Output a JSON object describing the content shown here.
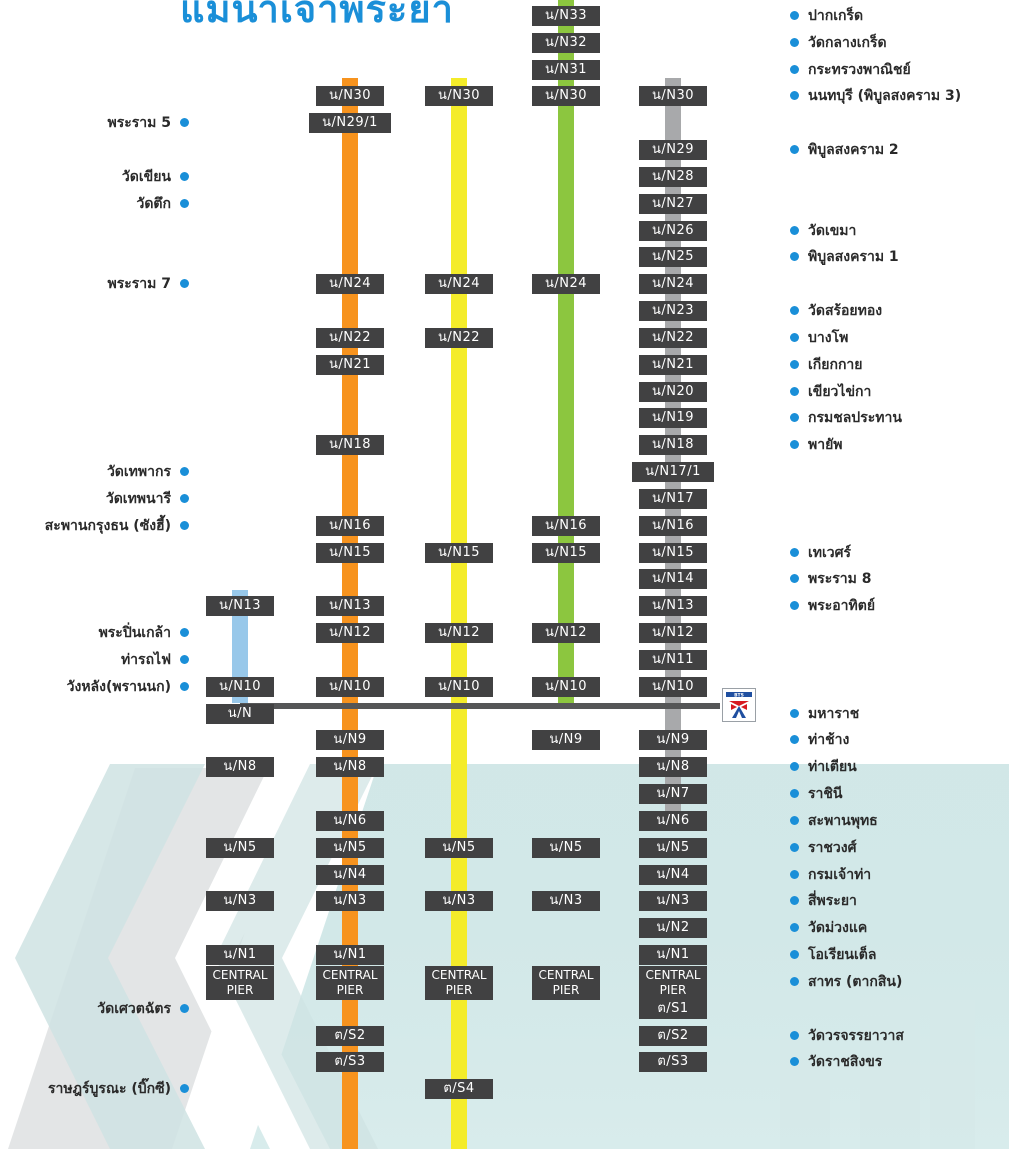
{
  "title": "แม่น้ำเจ้าพระยา",
  "colors": {
    "blue_line": "#98c8ea",
    "orange_line": "#f7931e",
    "yellow_line": "#f4ec2a",
    "green_line": "#8cc63f",
    "grey_line": "#a8a9ab",
    "station_box": "#414142",
    "pier_dot": "#1a8fd8"
  },
  "lines": {
    "blue": {
      "stations": [
        "น/N13",
        "น/N10",
        "น/N",
        "น/N8",
        "น/N5",
        "น/N3",
        "น/N1"
      ],
      "rows": [
        22,
        25,
        26,
        28,
        31,
        33,
        35
      ]
    },
    "orange": {
      "stations": [
        "น/N30",
        "น/N29/1",
        "น/N24",
        "น/N22",
        "น/N21",
        "น/N18",
        "น/N16",
        "น/N15",
        "น/N13",
        "น/N12",
        "น/N10",
        "น/N9",
        "น/N8",
        "น/N6",
        "น/N5",
        "น/N4",
        "น/N3",
        "น/N1",
        "ต/S2",
        "ต/S3"
      ],
      "rows": [
        3,
        4,
        10,
        12,
        13,
        16,
        19,
        20,
        22,
        23,
        25,
        27,
        28,
        30,
        31,
        32,
        33,
        35,
        38,
        39
      ]
    },
    "yellow": {
      "stations": [
        "น/N30",
        "น/N24",
        "น/N22",
        "น/N15",
        "น/N12",
        "น/N10",
        "น/N5",
        "น/N3",
        "ต/S4"
      ],
      "rows": [
        3,
        10,
        12,
        20,
        23,
        25,
        31,
        33,
        40
      ]
    },
    "green": {
      "stations": [
        "น/N33",
        "น/N32",
        "น/N31",
        "น/N30",
        "น/N24",
        "น/N16",
        "น/N15",
        "น/N12",
        "น/N10",
        "น/N9",
        "น/N5",
        "น/N3"
      ],
      "rows": [
        0,
        1,
        2,
        3,
        10,
        19,
        20,
        23,
        25,
        27,
        31,
        33
      ]
    },
    "grey": {
      "stations": [
        "น/N30",
        "น/N29",
        "น/N28",
        "น/N27",
        "น/N26",
        "น/N25",
        "น/N24",
        "น/N23",
        "น/N22",
        "น/N21",
        "น/N20",
        "น/N19",
        "น/N18",
        "น/N17/1",
        "น/N17",
        "น/N16",
        "น/N15",
        "น/N14",
        "น/N13",
        "น/N12",
        "น/N11",
        "น/N10",
        "น/N9",
        "น/N8",
        "น/N7",
        "น/N6",
        "น/N5",
        "น/N4",
        "น/N3",
        "น/N2",
        "น/N1",
        "ต/S1",
        "ต/S2",
        "ต/S3"
      ],
      "rows": [
        3,
        5,
        6,
        7,
        8,
        9,
        10,
        11,
        12,
        13,
        14,
        15,
        16,
        17,
        18,
        19,
        20,
        21,
        22,
        23,
        24,
        25,
        27,
        28,
        29,
        30,
        31,
        32,
        33,
        34,
        35,
        37,
        38,
        39
      ]
    }
  },
  "central_pier": {
    "line1": "CENTRAL",
    "line2": "PIER"
  },
  "left_piers": [
    {
      "name": "พระราม 5",
      "row": 4
    },
    {
      "name": "วัดเขียน",
      "row": 6
    },
    {
      "name": "วัดตึก",
      "row": 7
    },
    {
      "name": "พระราม 7",
      "row": 10
    },
    {
      "name": "วัดเทพากร",
      "row": 17
    },
    {
      "name": "วัดเทพนารี",
      "row": 18
    },
    {
      "name": "สะพานกรุงธน (ซังฮี้)",
      "row": 19
    },
    {
      "name": "พระปิ่นเกล้า",
      "row": 23
    },
    {
      "name": "ท่ารถไฟ",
      "row": 24
    },
    {
      "name": "วังหลัง(พรานนก)",
      "row": 25
    },
    {
      "name": "วัดเศวตฉัตร",
      "row": 37
    },
    {
      "name": "ราษฎร์บูรณะ (บิ๊กซี)",
      "row": 40
    }
  ],
  "right_piers": [
    {
      "name": "ปากเกร็ด",
      "row": 0
    },
    {
      "name": "วัดกลางเกร็ด",
      "row": 1
    },
    {
      "name": "กระทรวงพาณิชย์",
      "row": 2
    },
    {
      "name": "นนทบุรี (พิบูลสงคราม 3)",
      "row": 3
    },
    {
      "name": "พิบูลสงคราม 2",
      "row": 5
    },
    {
      "name": "วัดเขมา",
      "row": 8
    },
    {
      "name": "พิบูลสงคราม 1",
      "row": 9
    },
    {
      "name": "วัดสร้อยทอง",
      "row": 11
    },
    {
      "name": "บางโพ",
      "row": 12
    },
    {
      "name": "เกียกกาย",
      "row": 13
    },
    {
      "name": "เขียวไข่กา",
      "row": 14
    },
    {
      "name": "กรมชลประทาน",
      "row": 15
    },
    {
      "name": "พายัพ",
      "row": 16
    },
    {
      "name": "เทเวศร์",
      "row": 20
    },
    {
      "name": "พระราม 8",
      "row": 21
    },
    {
      "name": "พระอาทิตย์",
      "row": 22
    },
    {
      "name": "มหาราช",
      "row": 26
    },
    {
      "name": "ท่าช้าง",
      "row": 27
    },
    {
      "name": "ท่าเตียน",
      "row": 28
    },
    {
      "name": "ราชินี",
      "row": 29
    },
    {
      "name": "สะพานพุทธ",
      "row": 30
    },
    {
      "name": "ราชวงศ์",
      "row": 31
    },
    {
      "name": "กรมเจ้าท่า",
      "row": 32
    },
    {
      "name": "สี่พระยา",
      "row": 33
    },
    {
      "name": "วัดม่วงแค",
      "row": 34
    },
    {
      "name": "โอเรียนเต็ล",
      "row": 35
    },
    {
      "name": "สาทร (ตากสิน)",
      "row": 36
    },
    {
      "name": "วัดวรจรรยาวาส",
      "row": 38
    },
    {
      "name": "วัดราชสิงขร",
      "row": 39
    }
  ],
  "icons": {
    "bts": "bts-logo-icon"
  }
}
